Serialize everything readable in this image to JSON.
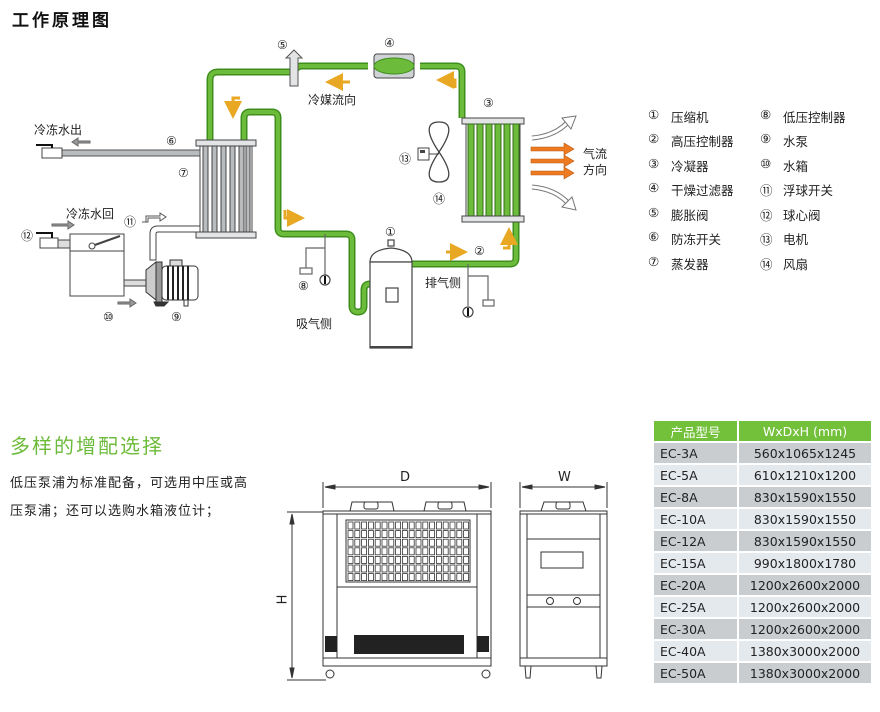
{
  "title": "工作原理图",
  "diagram": {
    "labels": {
      "chilled_water_out": "冷冻水出",
      "chilled_water_return": "冷冻水回",
      "refrigerant_flow": "冷媒流向",
      "airflow_line1": "气流",
      "airflow_line2": "方向",
      "discharge_side": "排气侧",
      "suction_side": "吸气侧"
    },
    "markers": {
      "m1": "①",
      "m2": "②",
      "m3": "③",
      "m4": "④",
      "m5": "⑤",
      "m6": "⑥",
      "m7": "⑦",
      "m8": "⑧",
      "m9": "⑨",
      "m10": "⑩",
      "m11": "⑪",
      "m12": "⑫",
      "m13": "⑬",
      "m14": "⑭"
    },
    "colors": {
      "refrigerant_pipe": "#6dbb3a",
      "flow_arrow": "#e8a823",
      "airflow_arrow": "#ee7a22",
      "water_pipe": "#b8bcbf"
    }
  },
  "legend": [
    {
      "left_num": "①",
      "left_text": "压缩机",
      "right_num": "⑧",
      "right_text": "低压控制器"
    },
    {
      "left_num": "②",
      "left_text": "高压控制器",
      "right_num": "⑨",
      "right_text": "水泵"
    },
    {
      "left_num": "③",
      "left_text": "冷凝器",
      "right_num": "⑩",
      "right_text": "水箱"
    },
    {
      "left_num": "④",
      "left_text": "干燥过滤器",
      "right_num": "⑪",
      "right_text": "浮球开关"
    },
    {
      "left_num": "⑤",
      "left_text": "膨胀阀",
      "right_num": "⑫",
      "right_text": "球心阀"
    },
    {
      "left_num": "⑥",
      "left_text": "防冻开关",
      "right_num": "⑬",
      "right_text": "电机"
    },
    {
      "left_num": "⑦",
      "left_text": "蒸发器",
      "right_num": "⑭",
      "right_text": "风扇"
    }
  ],
  "options": {
    "heading": "多样的增配选择",
    "description": "低压泵浦为标准配备，可选用中压或高压泵浦；还可以选购水箱液位计；",
    "dimension_labels": {
      "depth": "D",
      "width": "W",
      "height": "H"
    }
  },
  "spec_table": {
    "headers": [
      "产品型号",
      "WxDxH (mm)"
    ],
    "rows": [
      [
        "EC-3A",
        "560x1065x1245"
      ],
      [
        "EC-5A",
        "610x1210x1200"
      ],
      [
        "EC-8A",
        "830x1590x1550"
      ],
      [
        "EC-10A",
        "830x1590x1550"
      ],
      [
        "EC-12A",
        "830x1590x1550"
      ],
      [
        "EC-15A",
        "990x1800x1780"
      ],
      [
        "EC-20A",
        "1200x2600x2000"
      ],
      [
        "EC-25A",
        "1200x2600x2000"
      ],
      [
        "EC-30A",
        "1200x2600x2000"
      ],
      [
        "EC-40A",
        "1380x3000x2000"
      ],
      [
        "EC-50A",
        "1380x3000x2000"
      ]
    ]
  }
}
